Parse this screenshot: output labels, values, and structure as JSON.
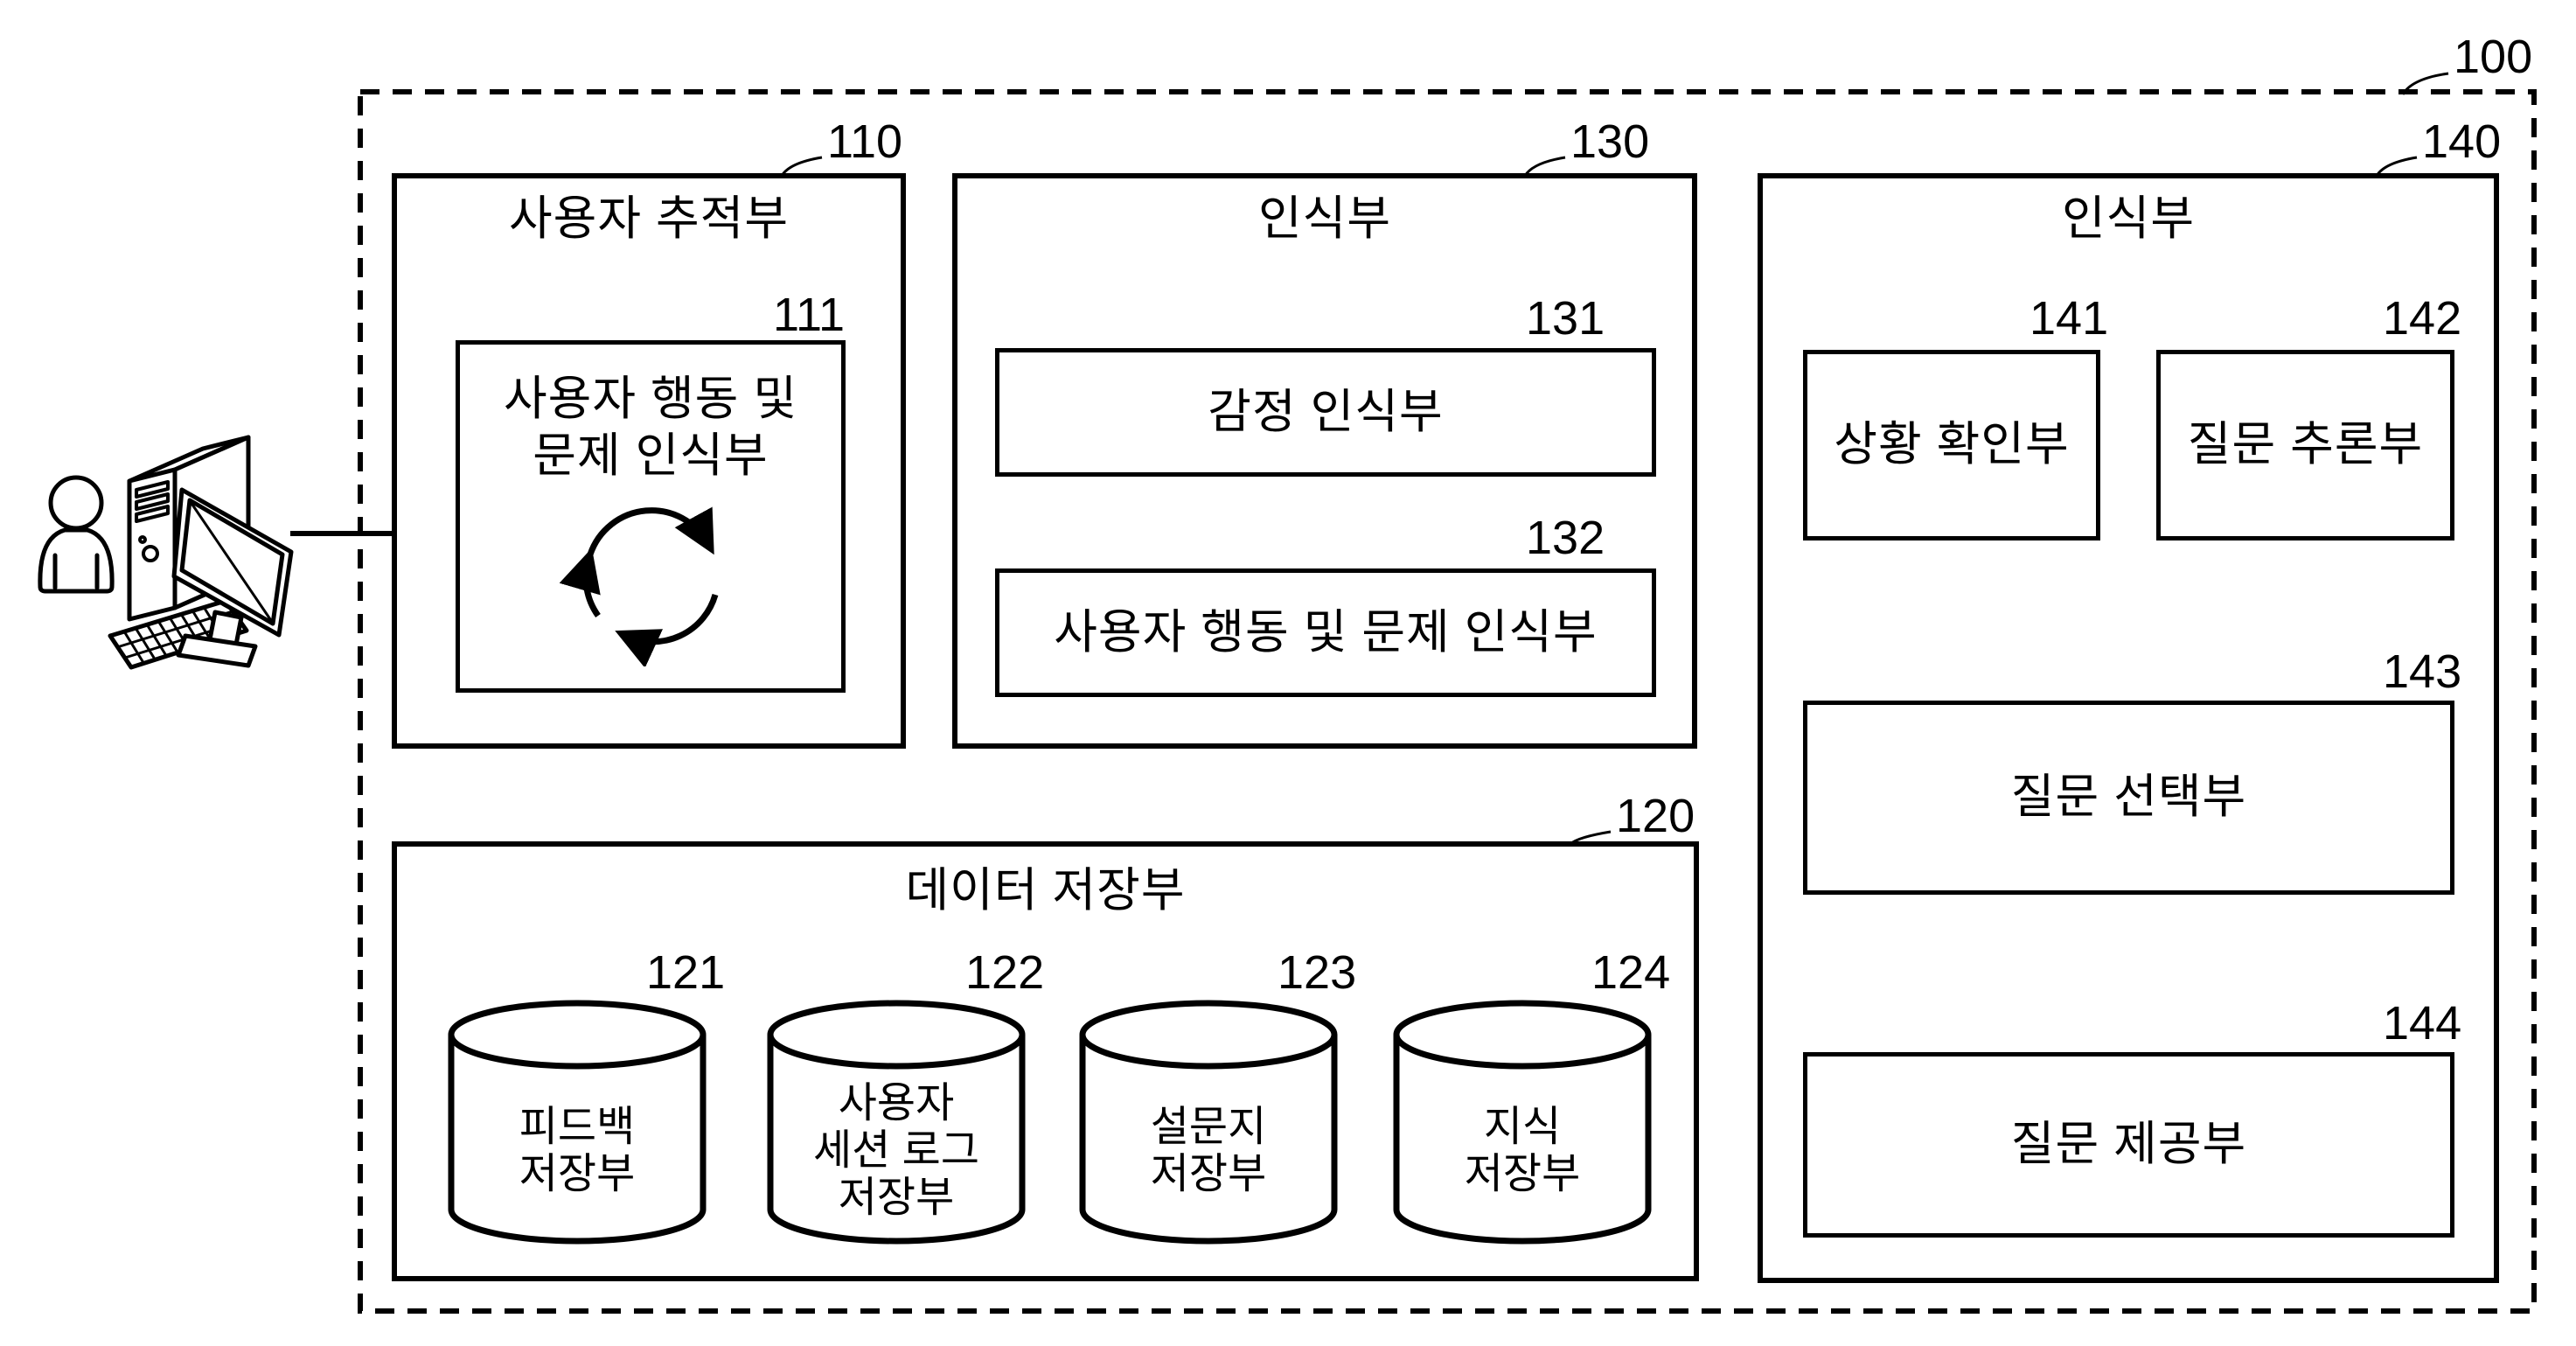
{
  "diagram": {
    "system_ref": "100",
    "user_tracker": {
      "ref": "110",
      "title": "사용자 추적부",
      "behavior_recognizer": {
        "ref": "111",
        "title": "사용자 행동 및\n문제 인식부",
        "icon": "cycle-arrows-icon"
      }
    },
    "recognizer_130": {
      "ref": "130",
      "title": "인식부",
      "emotion_recognizer": {
        "ref": "131",
        "title": "감정 인식부"
      },
      "behavior_problem_recognizer": {
        "ref": "132",
        "title": "사용자 행동 및 문제 인식부"
      }
    },
    "recognizer_140": {
      "ref": "140",
      "title": "인식부",
      "situation_checker": {
        "ref": "141",
        "title": "상황 확인부"
      },
      "question_inferrer": {
        "ref": "142",
        "title": "질문 추론부"
      },
      "question_selector": {
        "ref": "143",
        "title": "질문 선택부"
      },
      "question_provider": {
        "ref": "144",
        "title": "질문 제공부"
      }
    },
    "data_store": {
      "ref": "120",
      "title": "데이터 저장부",
      "feedback_store": {
        "ref": "121",
        "label": "피드백\n저장부",
        "icon": "database-cylinder-icon"
      },
      "session_log_store": {
        "ref": "122",
        "label": "사용자\n세션 로그\n저장부",
        "icon": "database-cylinder-icon"
      },
      "survey_store": {
        "ref": "123",
        "label": "설문지\n저장부",
        "icon": "database-cylinder-icon"
      },
      "knowledge_store": {
        "ref": "124",
        "label": "지식\n저장부",
        "icon": "database-cylinder-icon"
      }
    },
    "user_terminal": {
      "icon": "user-computer-icon"
    },
    "colors": {
      "line": "#000000",
      "background": "#ffffff"
    }
  }
}
